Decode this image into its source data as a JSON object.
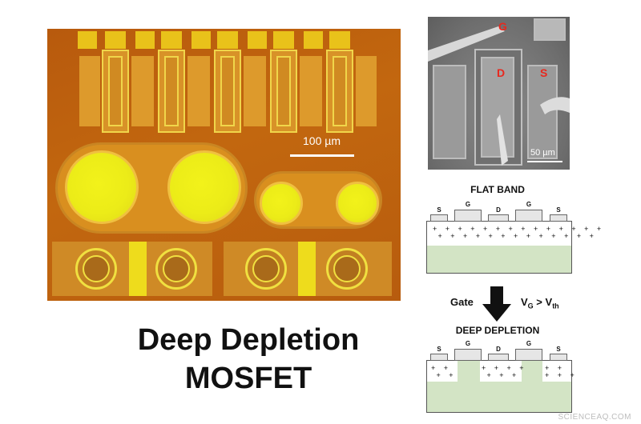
{
  "micrograph": {
    "scale_label": "100 µm"
  },
  "sem": {
    "labels": {
      "gate": "G",
      "drain": "D",
      "source": "S"
    },
    "scale_label": "50 µm"
  },
  "flat_band": {
    "title": "FLAT BAND",
    "contacts": [
      "S",
      "G",
      "D",
      "G",
      "S"
    ]
  },
  "transition": {
    "gate_label": "Gate",
    "condition": "V_G > V_th"
  },
  "deep_depletion": {
    "title": "DEEP DEPLETION",
    "contacts": [
      "S",
      "G",
      "D",
      "G",
      "S"
    ]
  },
  "title": {
    "line1": "Deep Depletion",
    "line2": "MOSFET"
  },
  "watermark": "SCIENCEAQ.COM",
  "colors": {
    "gold_pad": "#e9c21a",
    "substrate_green": "#d3e4c5",
    "sem_label_red": "#e8281e"
  }
}
